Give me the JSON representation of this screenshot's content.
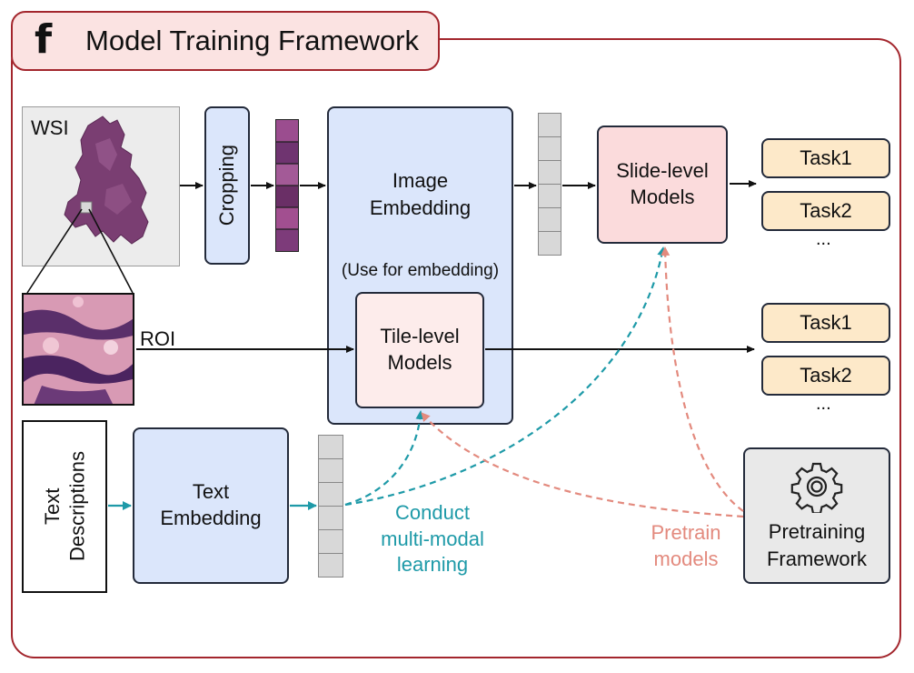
{
  "panel_letter": "f",
  "title": "Model Training Framework",
  "wsi_label": "WSI",
  "roi_label": "ROI",
  "cropping_label": "Cropping",
  "image_embedding": {
    "line1": "Image",
    "line2": "Embedding",
    "note": "(Use for embedding)"
  },
  "tile_models": {
    "line1": "Tile-level",
    "line2": "Models"
  },
  "slide_models": {
    "line1": "Slide-level",
    "line2": "Models"
  },
  "tasks_top": [
    "Task1",
    "Task2",
    "..."
  ],
  "tasks_mid": [
    "Task1",
    "Task2",
    "..."
  ],
  "text_descriptions": {
    "line1": "Text",
    "line2": "Descriptions"
  },
  "text_embedding": {
    "line1": "Text",
    "line2": "Embedding"
  },
  "multimodal": {
    "line1": "Conduct",
    "line2": "multi-modal",
    "line3": "learning"
  },
  "pretrain": {
    "line1": "Pretrain",
    "line2": "models"
  },
  "pretraining_framework": {
    "line1": "Pretraining",
    "line2": "Framework"
  },
  "colors": {
    "frame": "#a3262d",
    "teal": "#1e9aa8",
    "salmon": "#e38a7e",
    "blue_box": "#dbe6fb",
    "pink_box": "#fbdbdc",
    "task_box": "#fde9c9",
    "grey_box": "#e9e9e9"
  },
  "icons": {
    "framework": "gear-icon"
  }
}
